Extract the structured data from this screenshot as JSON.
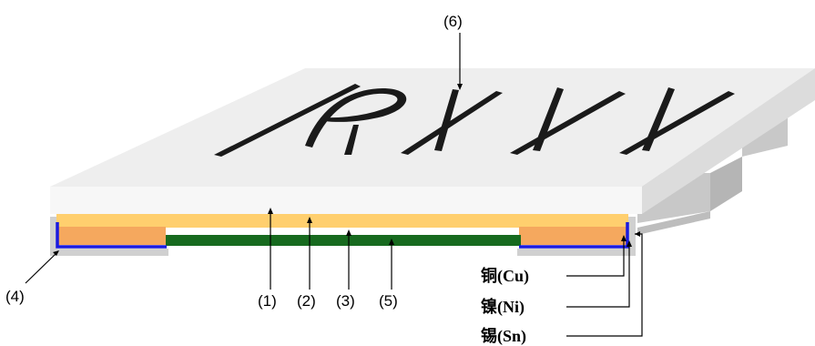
{
  "labels": {
    "top_marking_ref": "(6)",
    "left_terminal_ref": "(4)",
    "ref_1": "(1)",
    "ref_2": "(2)",
    "ref_3": "(3)",
    "ref_5": "(5)",
    "copper": "铜(Cu)",
    "nickel": "镍(Ni)",
    "tin": "锡(Sn)"
  },
  "marking_text": "R-XXX",
  "colors": {
    "substrate_top": "#eeeeee",
    "substrate_front": "#f7f7f7",
    "substrate_shadow": "#c8c8c8",
    "resistive_layer": "#ffcf6e",
    "resistive_layer_dark": "#f5a85e",
    "protective_layer": "#176a1f",
    "nickel_layer": "#1a1adf",
    "tin_layer": "#d0d0d0",
    "marking_ink": "#1a1a1a"
  }
}
